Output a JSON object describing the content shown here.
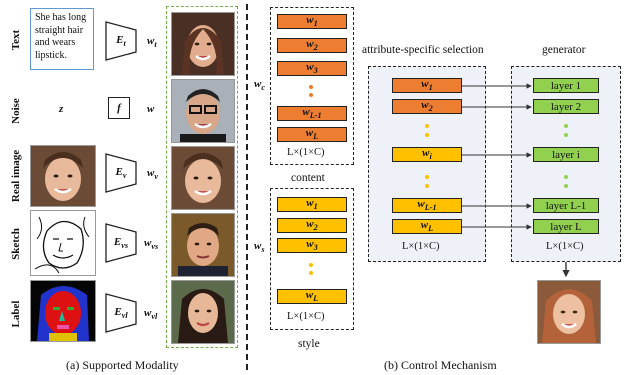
{
  "left": {
    "rows": [
      {
        "label": "Text",
        "encoder": "E_t",
        "w": "w_t"
      },
      {
        "label": "Noise",
        "encoder": "f",
        "w": "w",
        "input": "z"
      },
      {
        "label": "Real image",
        "encoder": "E_v",
        "w": "w_v"
      },
      {
        "label": "Sketch",
        "encoder": "E_vs",
        "w": "w_vs"
      },
      {
        "label": "Label",
        "encoder": "E_vl",
        "w": "w_vl"
      }
    ],
    "text_input": "She has long straight hair and wears lipstick.",
    "caption": "(a) Supported Modality"
  },
  "right": {
    "content_label": "content",
    "style_label": "style",
    "wc": "w_c",
    "ws": "w_s",
    "content_boxes": [
      "w_1",
      "w_2",
      "w_3",
      "w_{L-1}",
      "w_L"
    ],
    "style_boxes": [
      "w_1",
      "w_2",
      "w_3",
      "w_L"
    ],
    "dims": "L×(1×C)",
    "selection_title": "attribute-specific selection",
    "selection_boxes": [
      "w_1",
      "w_2",
      "w_i",
      "w_{L-1}",
      "w_L"
    ],
    "generator_title": "generator",
    "layers": [
      "layer 1",
      "layer 2",
      "layer i",
      "layer L-1",
      "layer L"
    ],
    "caption": "(b) Control Mechanism"
  },
  "colors": {
    "orange": "#ED7D31",
    "yellow": "#FFC000",
    "green": "#92D050",
    "panel": "#EEF2F8"
  }
}
